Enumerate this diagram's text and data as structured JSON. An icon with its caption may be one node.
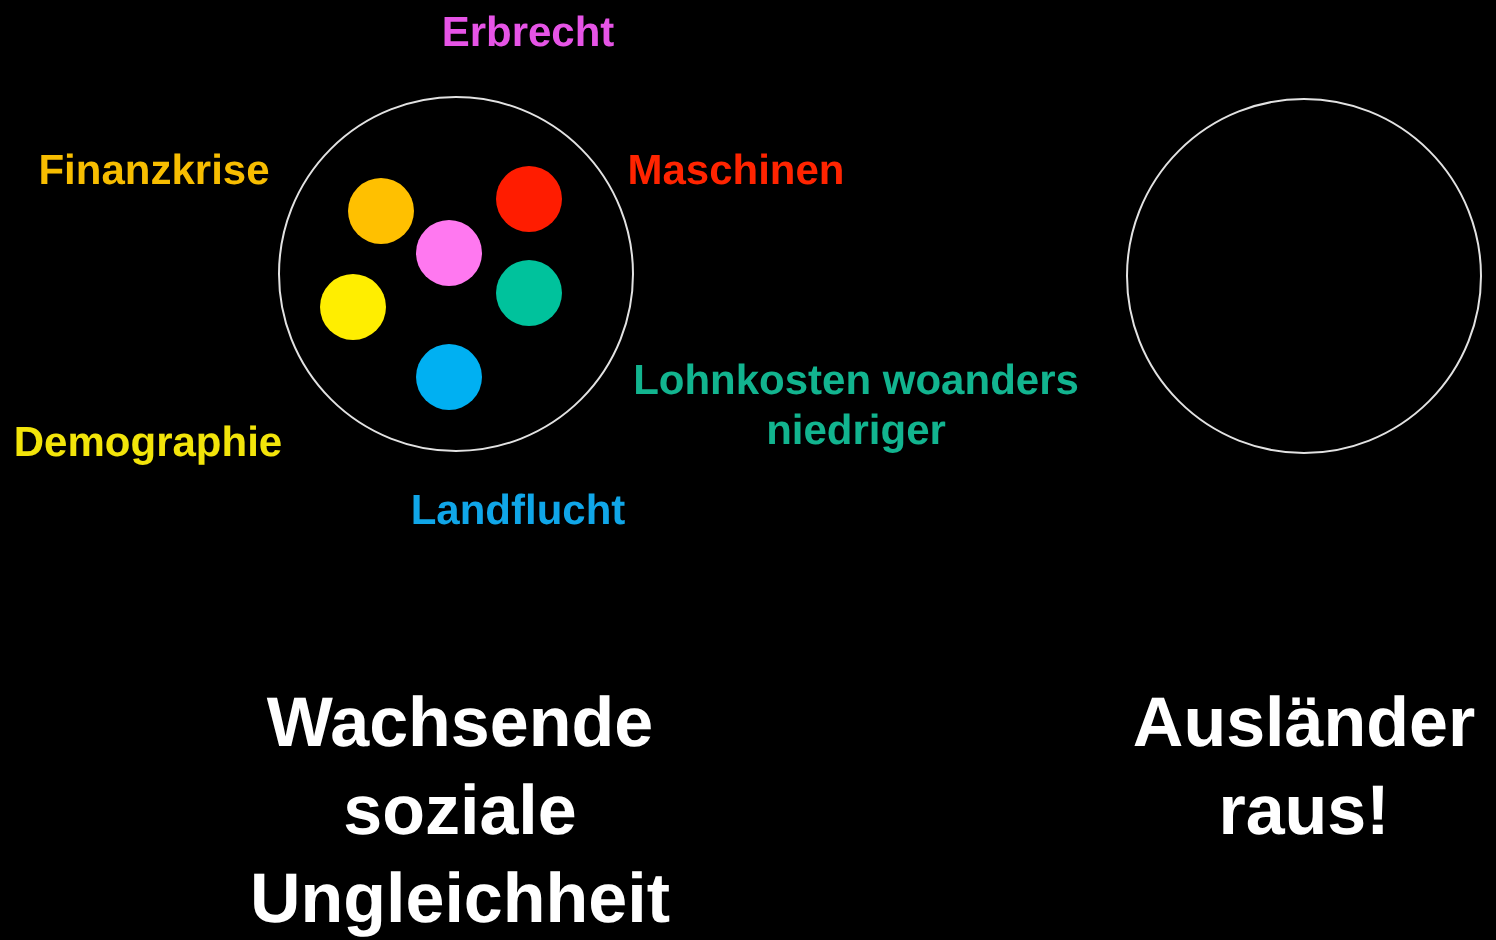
{
  "diagram": {
    "nodes": [
      {
        "text": [],
        "shape": "circle",
        "beside": [
          "Wachsende soziale Ungleichheit"
        ]
      },
      {
        "text": [],
        "shape": "circle",
        "in": 0
      },
      {
        "text": [],
        "shape": "circle",
        "in": 0
      },
      {
        "text": [],
        "shape": "circle",
        "in": 0
      },
      {
        "text": [],
        "shape": "circle",
        "in": 0
      },
      {
        "text": [],
        "shape": "circle",
        "in": 0
      },
      {
        "text": [],
        "shape": "circle",
        "in": 0
      },
      {
        "text": [],
        "shape": "circle",
        "beside": [
          "Ausländer raus!"
        ]
      }
    ],
    "labels": [
      "Erbrecht",
      "Finanzkrise",
      "Maschinen",
      "Lohnkosten woanders niedriger",
      "Demographie",
      "Landflucht"
    ]
  }
}
